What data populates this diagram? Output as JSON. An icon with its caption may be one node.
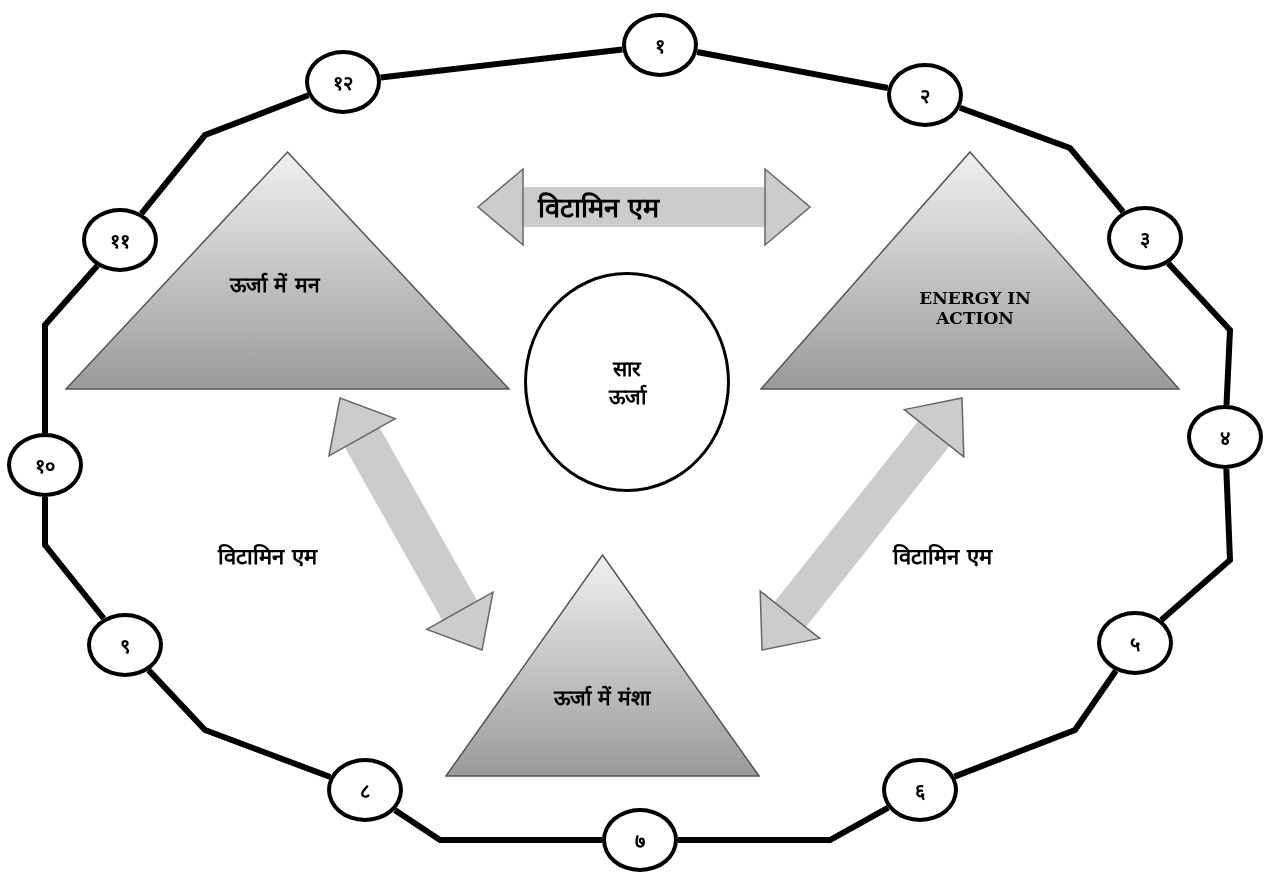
{
  "diagram": {
    "nodes": [
      {
        "text": [
          "१"
        ]
      },
      {
        "text": [
          "२"
        ]
      },
      {
        "text": [
          "३"
        ]
      },
      {
        "text": [
          "४"
        ]
      },
      {
        "text": [
          "५"
        ]
      },
      {
        "text": [
          "६"
        ]
      },
      {
        "text": [
          "७"
        ]
      },
      {
        "text": [
          "८"
        ]
      },
      {
        "text": [
          "९"
        ]
      },
      {
        "text": [
          "१०"
        ]
      },
      {
        "text": [
          "११"
        ]
      },
      {
        "text": [
          "१२"
        ]
      },
      {
        "text": [
          "ऊर्जा में मन"
        ]
      },
      {
        "text": [
          "ENERGY IN ACTION"
        ]
      },
      {
        "text": [
          "सार ऊर्जा"
        ]
      },
      {
        "text": [
          "ऊर्जा में मंशा"
        ]
      }
    ],
    "edges": [
      {
        "from": 0,
        "to": 1,
        "arrow": "none"
      },
      {
        "from": 1,
        "to": 2,
        "arrow": "none"
      },
      {
        "from": 2,
        "to": 3,
        "arrow": "none"
      },
      {
        "from": 3,
        "to": 4,
        "arrow": "none"
      },
      {
        "from": 4,
        "to": 5,
        "arrow": "none"
      },
      {
        "from": 5,
        "to": 6,
        "arrow": "none"
      },
      {
        "from": 6,
        "to": 7,
        "arrow": "none"
      },
      {
        "from": 7,
        "to": 8,
        "arrow": "none"
      },
      {
        "from": 8,
        "to": 9,
        "arrow": "none"
      },
      {
        "from": 9,
        "to": 10,
        "arrow": "none"
      },
      {
        "from": 10,
        "to": 11,
        "arrow": "none"
      },
      {
        "from": 11,
        "to": 0,
        "arrow": "none"
      },
      {
        "from": 12,
        "to": 13,
        "arrow": "both",
        "label": "विटामिन एम",
        "style": "thick",
        "color": "#cccccc"
      },
      {
        "from": 12,
        "to": 15,
        "arrow": "both",
        "label": "विटामिन एम",
        "style": "thick",
        "color": "#cccccc"
      },
      {
        "from": 15,
        "to": 13,
        "arrow": "both",
        "label": "विटामिन एम",
        "style": "thick",
        "color": "#cccccc"
      }
    ]
  }
}
